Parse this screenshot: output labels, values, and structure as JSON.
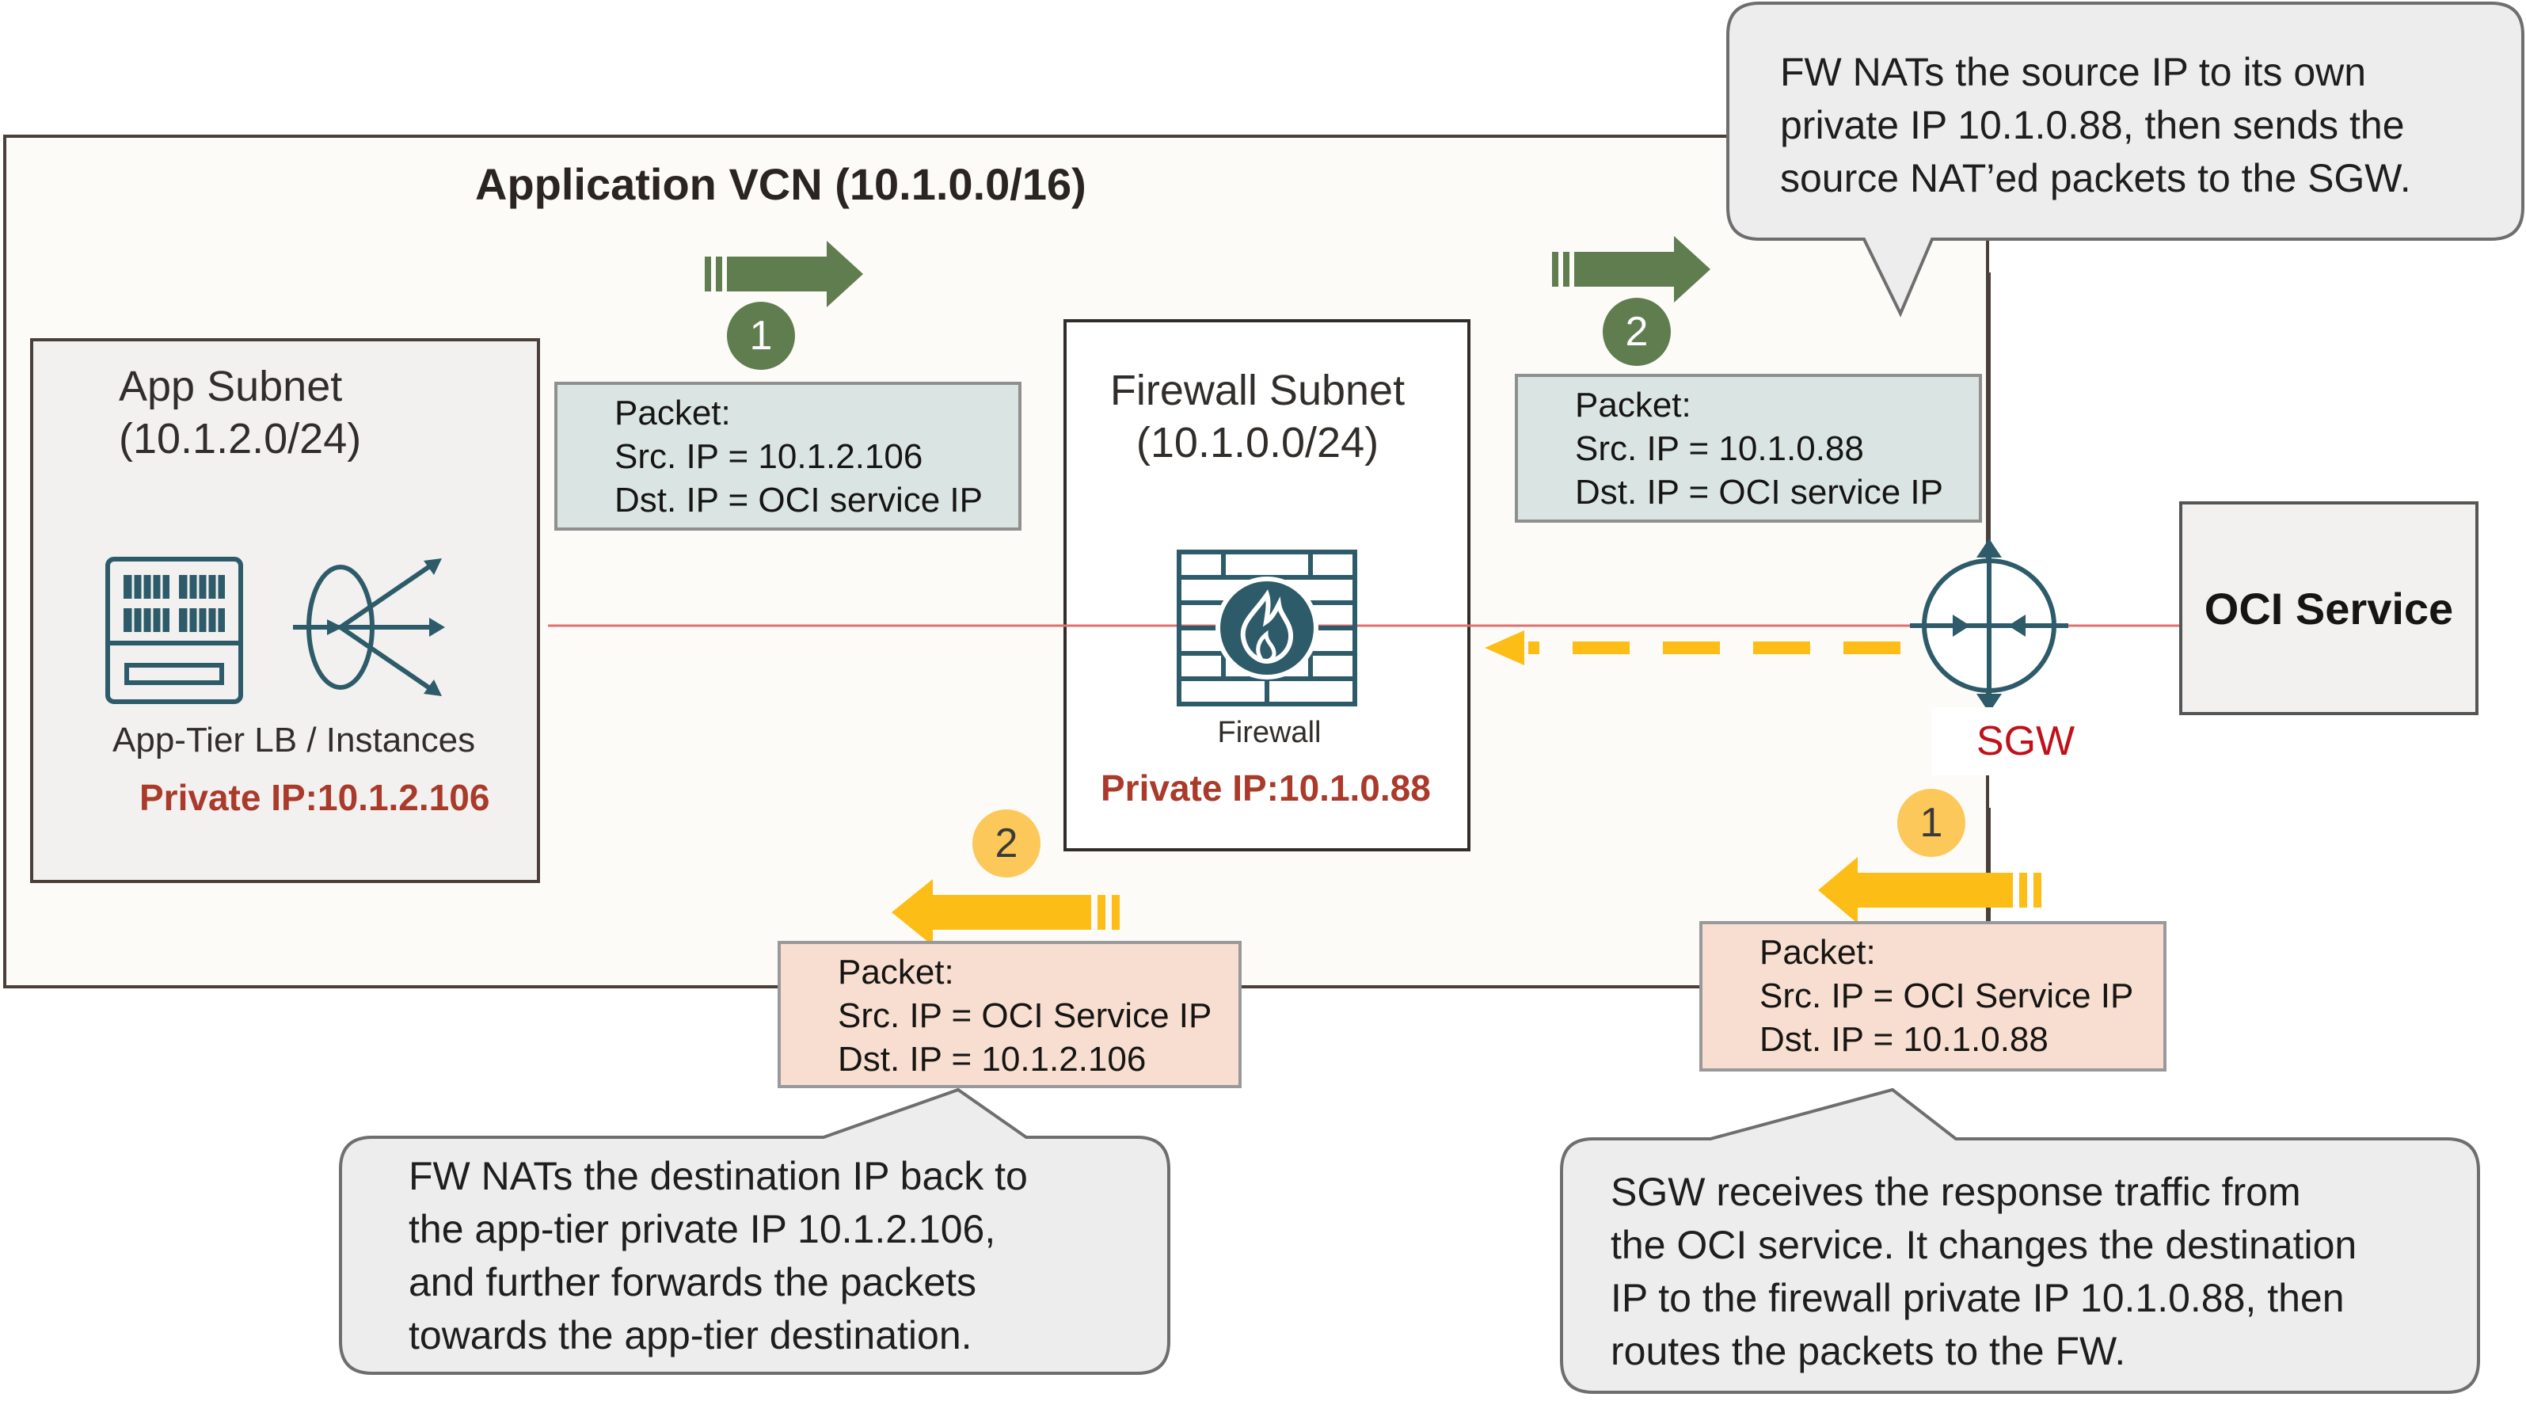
{
  "vcn": {
    "title": "Application VCN (10.1.0.0/16)"
  },
  "app_subnet": {
    "title_line1": "App Subnet",
    "title_line2": "(10.1.2.0/24)",
    "label": "App-Tier LB / Instances",
    "private_ip": "Private IP:10.1.2.106"
  },
  "firewall_subnet": {
    "title_line1": "Firewall Subnet",
    "title_line2": "(10.1.0.0/24)",
    "icon_label": "Firewall",
    "private_ip": "Private IP:10.1.0.88"
  },
  "oci_service": {
    "label": "OCI Service"
  },
  "sgw": {
    "label": "SGW"
  },
  "outbound": {
    "step1": {
      "badge": "1",
      "packet": {
        "title": "Packet:",
        "src": "Src. IP = 10.1.2.106",
        "dst": "Dst. IP = OCI service IP"
      }
    },
    "step2": {
      "badge": "2",
      "packet": {
        "title": "Packet:",
        "src": "Src. IP = 10.1.0.88",
        "dst": "Dst. IP = OCI service IP"
      }
    }
  },
  "inbound": {
    "step1": {
      "badge": "1",
      "packet": {
        "title": "Packet:",
        "src": "Src. IP = OCI Service IP",
        "dst": "Dst. IP = 10.1.0.88"
      }
    },
    "step2": {
      "badge": "2",
      "packet": {
        "title": "Packet:",
        "src": "Src. IP = OCI Service IP",
        "dst": "Dst. IP = 10.1.2.106"
      }
    }
  },
  "callouts": {
    "top_right": [
      "FW NATs the source IP to its own",
      "private IP 10.1.0.88, then sends the",
      "source NAT’ed packets to the SGW."
    ],
    "bottom_left": [
      "FW NATs the destination IP back to",
      "the app-tier private IP 10.1.2.106,",
      "and further forwards the packets",
      "towards the app-tier destination."
    ],
    "bottom_right": [
      "SGW receives the response traffic from",
      "the OCI service. It changes the destination",
      "IP to the firewall private IP 10.1.0.88, then",
      "routes the packets to the FW."
    ]
  },
  "colors": {
    "outbound_arrow": "#5f7d4f",
    "inbound_arrow": "#fcbd16",
    "route_line": "#e07070",
    "icon_teal": "#2d5b6a",
    "ip_red": "#aa3a2a",
    "sgw_red": "#c0101a"
  }
}
